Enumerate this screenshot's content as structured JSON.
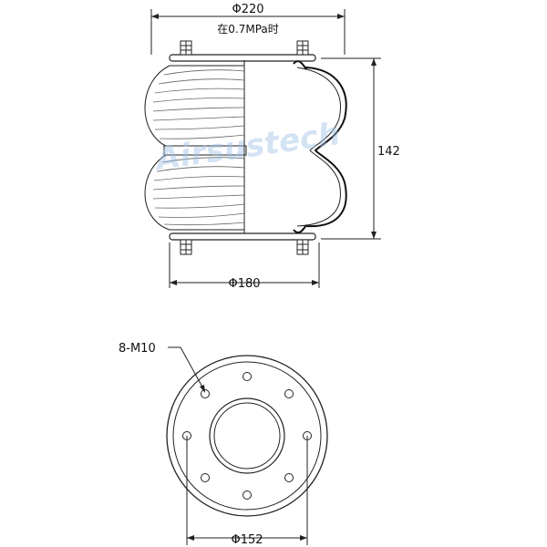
{
  "drawing": {
    "top_width_dim": "Φ220",
    "pressure_note": "在0.7MPa时",
    "height_dim": "142",
    "bottom_plate_dim": "Φ180",
    "bolt_spec": "8-M10",
    "bolt_circle_dim": "Φ152",
    "watermark": "Airsustech",
    "colors": {
      "line": "#222222",
      "watermark": "#9fc3e8"
    }
  }
}
